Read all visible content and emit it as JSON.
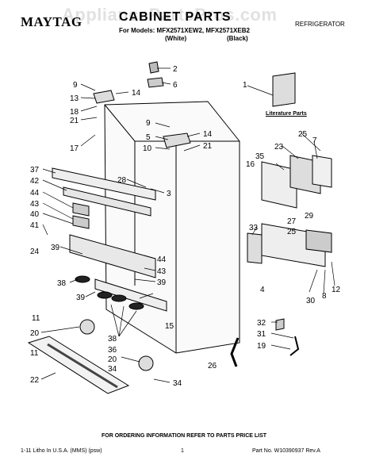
{
  "header": {
    "brand": "MAYTAG",
    "title": "CABINET PARTS",
    "category": "REFRIGERATOR",
    "models_line": "For Models: MFX2571XEW2, MFX2571XEB2",
    "color_white": "(White)",
    "color_black": "(Black)"
  },
  "watermark": "AppliancePartsPros.com",
  "literature_label": "Literature Parts",
  "callouts": {
    "c1": "1",
    "c2": "2",
    "c3": "3",
    "c4": "4",
    "c5": "5",
    "c6": "6",
    "c7": "7",
    "c8": "8",
    "c9a": "9",
    "c9b": "9",
    "c10": "10",
    "c11a": "11",
    "c11b": "11",
    "c12": "12",
    "c13": "13",
    "c14a": "14",
    "c14b": "14",
    "c15": "15",
    "c16": "16",
    "c17": "17",
    "c18": "18",
    "c19": "19",
    "c20a": "20",
    "c20b": "20",
    "c21a": "21",
    "c21b": "21",
    "c22": "22",
    "c23": "23",
    "c24": "24",
    "c25a": "25",
    "c25b": "25",
    "c26": "26",
    "c27": "27",
    "c28": "28",
    "c29": "29",
    "c30": "30",
    "c31": "31",
    "c32": "32",
    "c33": "33",
    "c34a": "34",
    "c34b": "34",
    "c35": "35",
    "c36": "36",
    "c37": "37",
    "c38a": "38",
    "c38b": "38",
    "c39a": "39",
    "c39b": "39",
    "c39c": "39",
    "c40": "40",
    "c41": "41",
    "c42": "42",
    "c43a": "43",
    "c43b": "43",
    "c44a": "44",
    "c44b": "44"
  },
  "footer": {
    "order_note": "FOR ORDERING INFORMATION REFER TO PARTS PRICE LIST",
    "litho": "1-11 Litho In U.S.A. (MMS) (psw)",
    "page": "1",
    "part_no": "Part No. W10390937 Rev.A"
  }
}
